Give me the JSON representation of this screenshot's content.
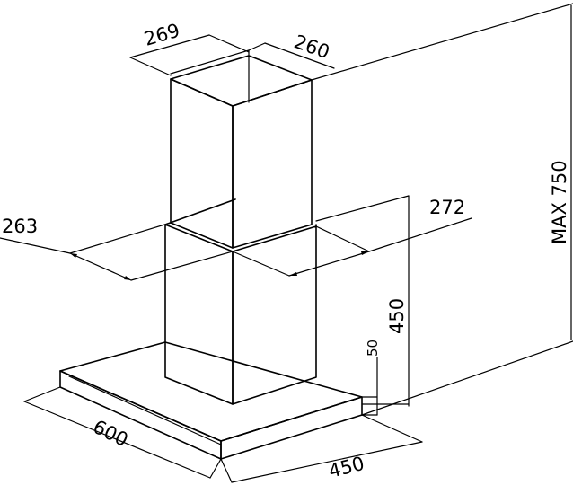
{
  "dimensions": {
    "chimney_width": "269",
    "chimney_depth": "260",
    "max_height": "MAX 750",
    "upper_offset_left": "263",
    "upper_offset_right": "272",
    "lower_chimney_height": "450",
    "canopy_thickness": "50",
    "canopy_width": "600",
    "canopy_depth": "450"
  }
}
